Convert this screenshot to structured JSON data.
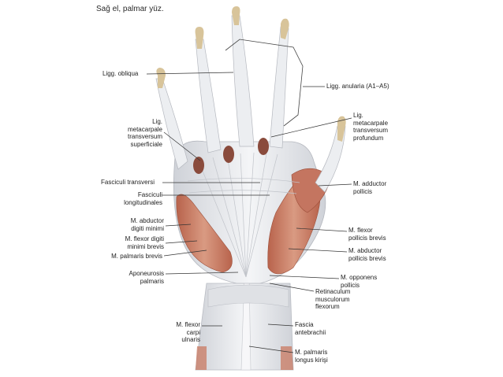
{
  "title": "Sağ el, palmar yüz.",
  "labels": {
    "ligg_obliqua": "Ligg. obliqua",
    "ligg_anularia": "Ligg. anularia (A1–A5)",
    "lig_metacarpale_superficiale": "Lig.\nmetacarpale\ntransversum\nsuperficiale",
    "lig_metacarpale_profundum": "Lig.\nmetacarpale\ntransversum\nprofundum",
    "fasciculi_transversi": "Fasciculi transversi",
    "fasciculi_longitudinales": "Fasciculi\nlongitudinales",
    "m_adductor_pollicis": "M. adductor\npollicis",
    "m_abductor_digiti_minimi": "M. abductor\ndigiti minimi",
    "m_flexor_digiti_minimi_brevis": "M. flexor digiti\nminimi brevis",
    "m_palmaris_brevis": "M. palmaris brevis",
    "m_flexor_pollicis_brevis": "M. flexor\npollicis brevis",
    "m_abductor_pollicis_brevis": "M. abductor\npollicis brevis",
    "aponeurosis_palmaris": "Aponeurosis\npalmaris",
    "m_opponens_pollicis": "M. opponens\npollicis",
    "retinaculum": "Retinaculum\nmusculorum\nflexorum",
    "m_flexor_carpi_ulnaris": "M. flexor\ncarpi\nulnaris",
    "fascia_antebrachii": "Fascia\nantebrachii",
    "m_palmaris_longus": "M. palmaris\nlongus kirişi"
  },
  "colors": {
    "bone": "#d8c49a",
    "tendon": "#e8e9ec",
    "muscle": "#c97a62",
    "leader": "#333333"
  }
}
